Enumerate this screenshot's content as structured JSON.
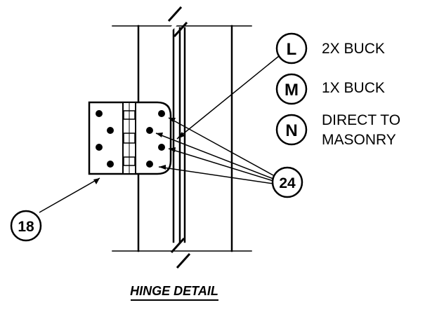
{
  "callouts": {
    "L": {
      "letter": "L",
      "text": "2X BUCK"
    },
    "M": {
      "letter": "M",
      "text": "1X BUCK"
    },
    "N": {
      "letter": "N",
      "text_line1": "DIRECT TO",
      "text_line2": "MASONRY"
    },
    "num24": "24",
    "num18": "18"
  },
  "title": "HINGE DETAIL",
  "colors": {
    "ink": "#000000",
    "background": "#ffffff"
  }
}
